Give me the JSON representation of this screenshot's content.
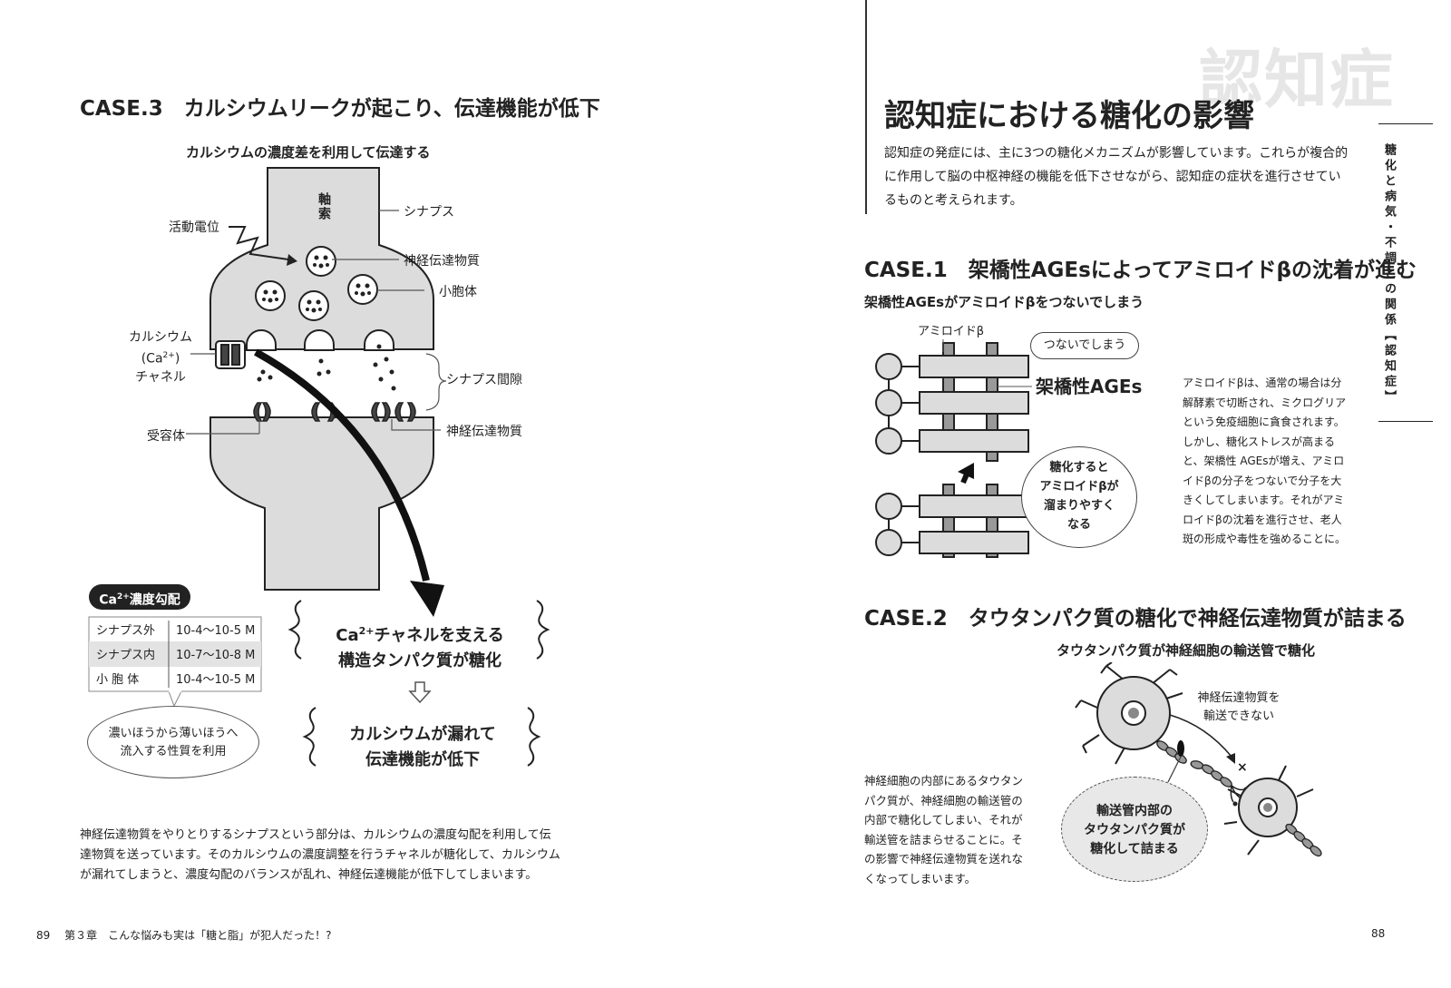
{
  "left_page": {
    "case3_title": "CASE.3　カルシウムリークが起こり、伝達機能が低下",
    "diagram_title": "カルシウムの濃度差を利用して伝達する",
    "labels": {
      "axon": "軸索",
      "synapse": "シナプス",
      "action_potential": "活動電位",
      "neurotransmitter_top": "神経伝達物質",
      "vesicle": "小胞体",
      "calcium_channel": "カルシウム(Ca2+)チャネル",
      "calcium_channel_l1": "カルシウム",
      "calcium_channel_l2": "(Ca",
      "calcium_channel_sup": "2+",
      "calcium_channel_l2b": ")",
      "calcium_channel_l3": "チャネル",
      "synaptic_cleft": "シナプス間隙",
      "receptor": "受容体",
      "neurotransmitter_bottom": "神経伝達物質"
    },
    "gradient": {
      "badge": "Ca2+濃度勾配",
      "badge_a": "Ca",
      "badge_sup": "2+",
      "badge_b": "濃度勾配",
      "rows": [
        {
          "label": "シナプス外",
          "value": "10-4～10-5 M"
        },
        {
          "label": "シナプス内",
          "value": "10-7～10-8 M"
        },
        {
          "label": "小 胞 体",
          "value": "10-4～10-5 M"
        }
      ],
      "bubble": "濃いほうから薄いほうへ流入する性質を利用",
      "bubble_l1": "濃いほうから薄いほうへ",
      "bubble_l2": "流入する性質を利用"
    },
    "callout1": "Ca2+チャネルを支える構造タンパク質が糖化",
    "callout1_l1a": "Ca",
    "callout1_sup": "2+",
    "callout1_l1b": "チャネルを支える",
    "callout1_l2": "構造タンパク質が糖化",
    "callout2_l1": "カルシウムが漏れて",
    "callout2_l2": "伝達機能が低下",
    "body": "神経伝達物質をやりとりするシナプスという部分は、カルシウムの濃度勾配を利用して伝達物質を送っています。そのカルシウムの濃度調整を行うチャネルが糖化して、カルシウムが漏れてしまうと、濃度勾配のバランスが乱れ、神経伝達機能が低下してしまいます。",
    "footer_page": "89",
    "footer_chapter": "第３章　こんな悩みも実は「糖と脂」が犯人だった！?"
  },
  "right_page": {
    "watermark": "認知症",
    "title": "認知症における糖化の影響",
    "intro": "認知症の発症には、主に3つの糖化メカニズムが影響しています。これらが複合的に作用して脳の中枢神経の機能を低下させながら、認知症の症状を進行させているものと考えられます。",
    "side_tab": "糖化と病気・不調との関係【認知症】",
    "case1_title": "CASE.1　架橋性AGEsによってアミロイドβの沈着が進む",
    "case1_sub": "架橋性AGEsがアミロイドβをつないでしまう",
    "case1_labels": {
      "amyloid": "アミロイドβ",
      "connects": "つないでしまう",
      "ages": "架橋性AGEs",
      "bubble_l1": "糖化すると",
      "bubble_l2": "アミロイドβが",
      "bubble_l3": "溜まりやすく",
      "bubble_l4": "なる"
    },
    "case1_body": "アミロイドβは、通常の場合は分解酵素で切断され、ミクログリアという免疫細胞に貪食されます。しかし、糖化ストレスが高まると、架橋性 AGEsが増え、アミロイドβの分子をつないで分子を大きくしてしまいます。それがアミロイドβの沈着を進行させ、老人斑の形成や毒性を強めることに。",
    "case2_title": "CASE.2　タウタンパク質の糖化で神経伝達物質が詰まる",
    "case2_sub": "タウタンパク質が神経細胞の輸送管で糖化",
    "case2_labels": {
      "cannot_l1": "神経伝達物質を",
      "cannot_l2": "輸送できない",
      "bubble_l1": "輸送管内部の",
      "bubble_l2": "タウタンパク質が",
      "bubble_l3": "糖化して詰まる"
    },
    "case2_body": "神経細胞の内部にあるタウタンパク質が、神経細胞の輸送管の内部で糖化してしまい、それが輸送管を詰まらせることに。その影響で神経伝達物質を送れなくなってしまいます。",
    "footer_page": "88"
  },
  "colors": {
    "diagram_gray": "#dcdcdc",
    "ink": "#222222",
    "watermark": "#e6e6e6"
  }
}
